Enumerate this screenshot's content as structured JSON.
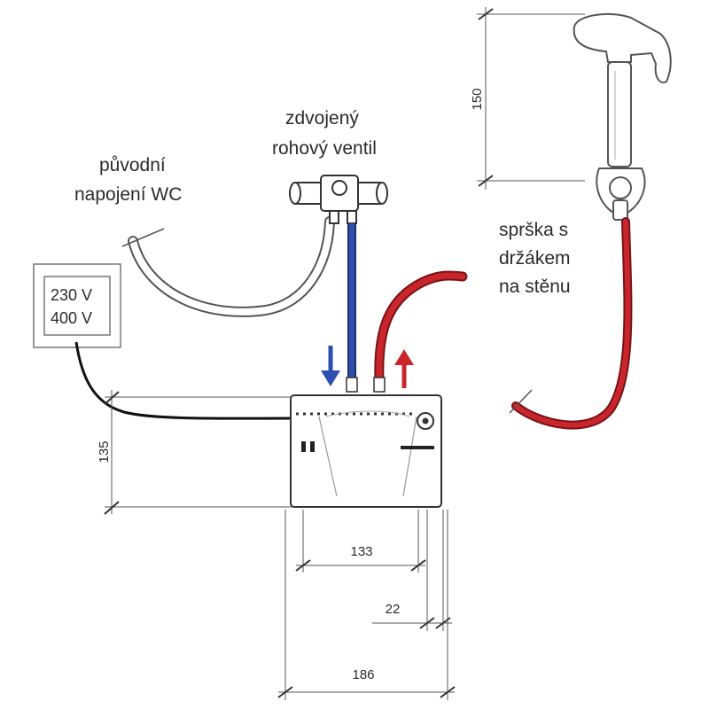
{
  "labels": {
    "original_wc": [
      "původní",
      "napojení WC"
    ],
    "double_valve": [
      "zdvojený",
      "rohový ventil"
    ],
    "spray": [
      "sprška s",
      "držákem",
      "na stěnu"
    ],
    "power": [
      "230 V",
      "400 V"
    ]
  },
  "dimensions": {
    "spray_height": "150",
    "unit_height": "135",
    "unit_depth": "133",
    "offset": "22",
    "unit_width": "186"
  },
  "colors": {
    "cold_pipe": "#2f4fa8",
    "hot_pipe": "#c8262c",
    "cold_arrow": "#2b4fb0",
    "hot_arrow": "#c8262c",
    "outline": "#333333",
    "hose_gray": "#8a8a8a"
  }
}
